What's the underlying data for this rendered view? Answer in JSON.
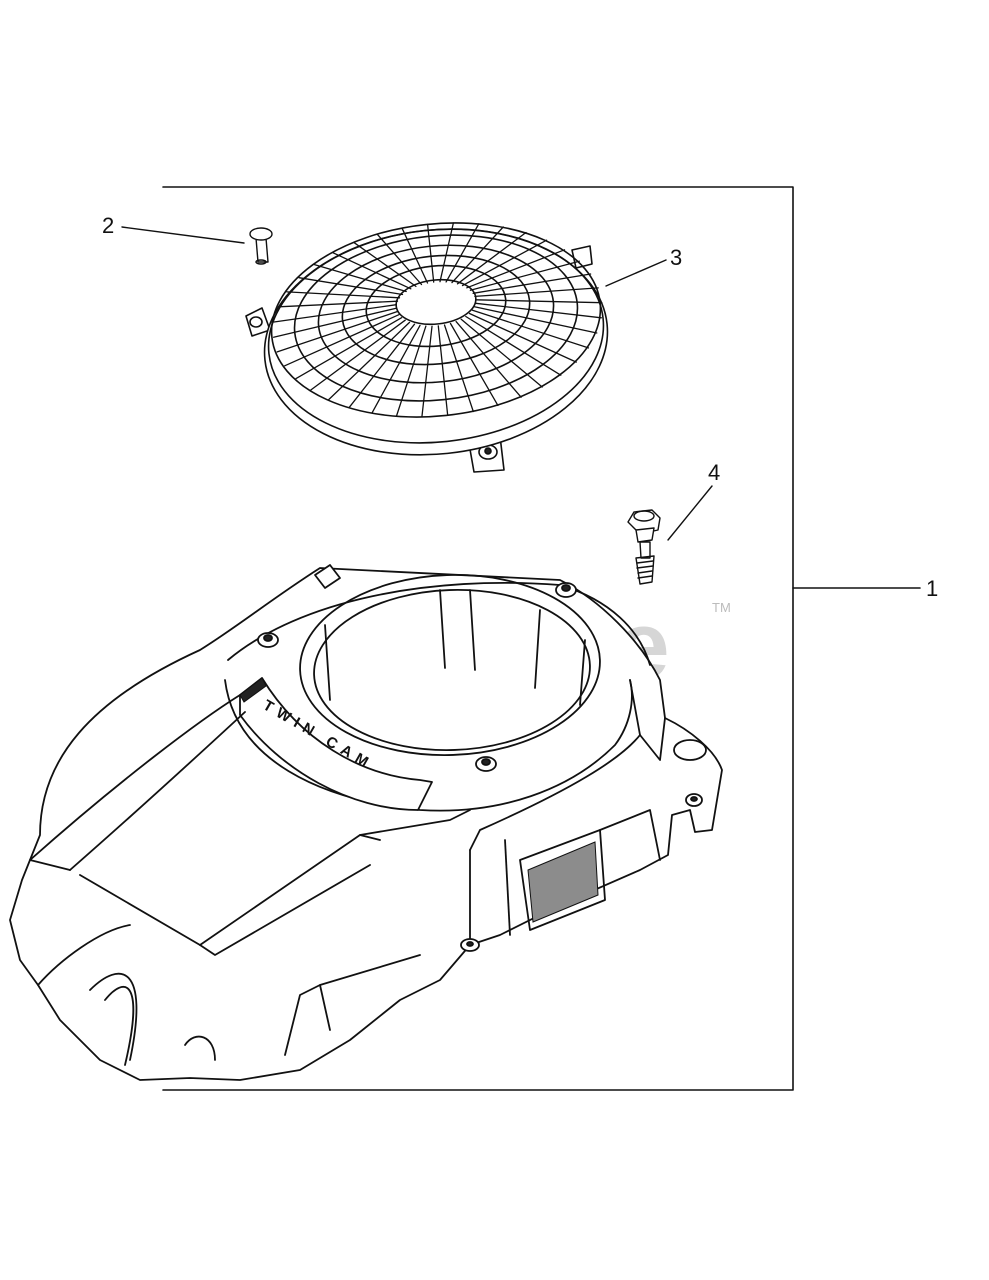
{
  "callouts": {
    "part1": "1",
    "part2": "2",
    "part3": "3",
    "part4": "4"
  },
  "decal": {
    "text": "TWIN CAM"
  },
  "watermark": {
    "text": "PartsTree",
    "trademark": "TM"
  },
  "colors": {
    "line": "#111111",
    "watermark": "#c9c9c9",
    "background": "#ffffff"
  }
}
